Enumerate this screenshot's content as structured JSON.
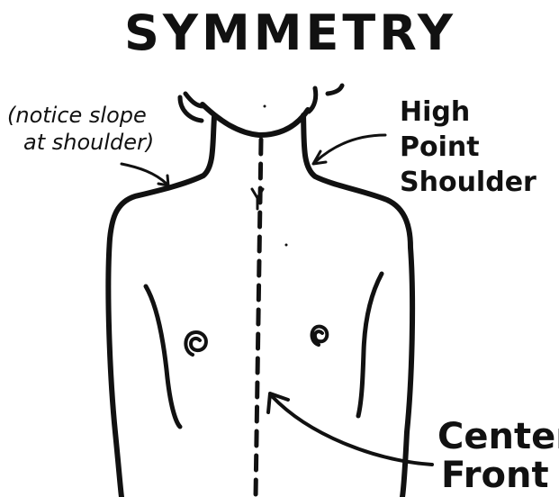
{
  "diagram": {
    "title": "SYMMETRY",
    "shoulder_note": [
      "(notice slope",
      "at shoulder)"
    ],
    "high_point_label": [
      "High",
      "Point",
      "Shoulder"
    ],
    "center_front_label": [
      "Center",
      "Front"
    ]
  },
  "colors": {
    "ink": "#111111",
    "paper": "#ffffff"
  }
}
